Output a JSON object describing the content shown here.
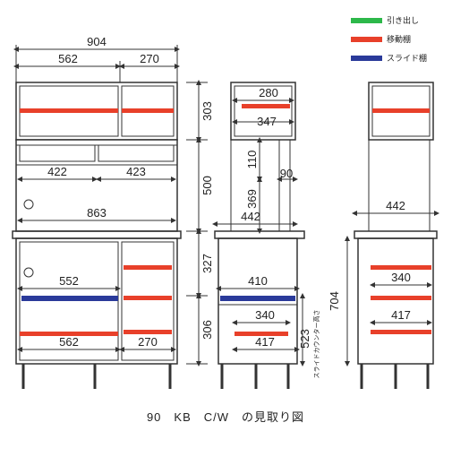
{
  "legend": [
    {
      "label": "引き出し",
      "color": "#2db84a"
    },
    {
      "label": "移動棚",
      "color": "#e8402a"
    },
    {
      "label": "スライド棚",
      "color": "#2a3a9a"
    }
  ],
  "caption": "90　KB　C/W　の見取り図",
  "front": {
    "overall_width": "904",
    "upper_left_width": "562",
    "upper_right_width": "270",
    "upper_height": "303",
    "middle_height": "500",
    "middle_left_width": "422",
    "middle_right_width": "423",
    "counter_width": "863",
    "lower_height": "327",
    "lower_bottom_height": "306",
    "lower_slide_width": "552",
    "lower_left_width": "562",
    "lower_right_width": "270"
  },
  "side": {
    "upper_depth": "280",
    "upper_shelf_depth": "347",
    "niche_height": "110",
    "inner_height": "369",
    "small_depth": "90",
    "counter_depth": "442",
    "lower_depth": "410",
    "lower_shelf_depth": "340",
    "lower_shelf_depth2": "417",
    "slide_height": "523",
    "slide_label": "スライドカウンター高さ"
  },
  "right": {
    "counter_depth": "442",
    "lower_height": "704",
    "shelf_depth": "340",
    "shelf_depth2": "417"
  }
}
